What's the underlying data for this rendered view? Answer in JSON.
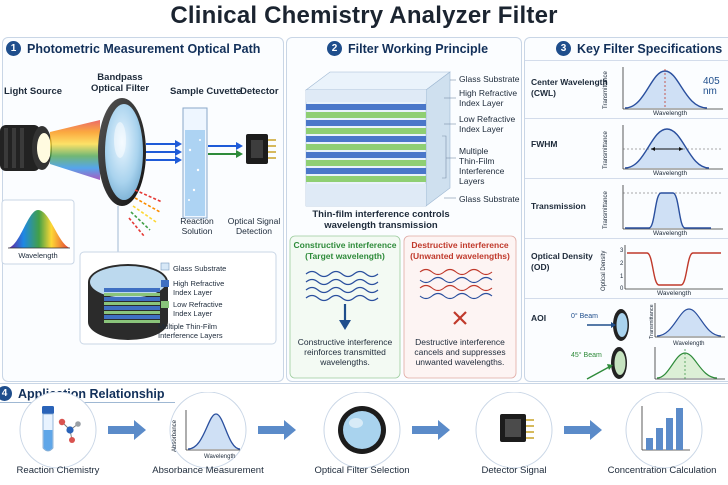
{
  "title": "Clinical Chemistry Analyzer Filter",
  "panel1": {
    "number": "1",
    "heading": "Photometric Measurement Optical Path",
    "light_source": "Light Source",
    "bandpass_filter": "Bandpass\nOptical Filter",
    "sample_cuvette": "Sample Cuvette",
    "detector": "Detector",
    "reaction_solution": "Reaction\nSolution",
    "optical_signal": "Optical Signal\nDetection",
    "spectrum_axis": "Wavelength",
    "legend": {
      "glass": "Glass Substrate",
      "high": "High Refractive\nIndex Layer",
      "low": "Low Refractive\nIndex Layer",
      "multiple": "Multiple Thin-Film\nInterference Layers"
    }
  },
  "panel2": {
    "number": "2",
    "heading": "Filter Working Principle",
    "glass_top": "Glass Substrate",
    "high": "High Refractive\nIndex Layer",
    "low": "Low Refractive\nIndex Layer",
    "multiple": "Multiple\nThin-Film\nInterference\nLayers",
    "glass_bottom": "Glass Substrate",
    "caption": "Thin-film interference controls\nwavelength transmission",
    "constructive_title": "Constructive interference\n(Target wavelength)",
    "constructive_text": "Constructive interference\nreinforces transmitted\nwavelengths.",
    "destructive_title": "Destructive interference\n(Unwanted wavelengths)",
    "destructive_text": "Destructive interference\ncancels and suppresses\nunwanted wavelengths."
  },
  "panel3": {
    "number": "3",
    "heading": "Key Filter Specifications",
    "rows": [
      {
        "label": "Center Wavelength\n(CWL)",
        "ylabel": "Transmittance",
        "xlabel": "Wavelength",
        "value": "405 nm"
      },
      {
        "label": "FWHM",
        "ylabel": "Transmittance",
        "xlabel": "Wavelength"
      },
      {
        "label": "Transmission",
        "ylabel": "Transmittance",
        "xlabel": "Wavelength"
      },
      {
        "label": "Optical Density\n(OD)",
        "ylabel": "Optical Density",
        "xlabel": "Wavelength",
        "ticks": [
          "3",
          "2",
          "1",
          "0"
        ]
      },
      {
        "label": "AOI",
        "ylabel": "Transmittance",
        "xlabel": "Wavelength",
        "beam0": "0° Beam",
        "beam45": "45° Beam"
      }
    ]
  },
  "panel4": {
    "number": "4",
    "heading": "Application Relationship",
    "steps": [
      {
        "label": "Reaction Chemistry"
      },
      {
        "label": "Absorbance Measurement",
        "ylabel": "Absorbance",
        "xlabel": "Wavelength"
      },
      {
        "label": "Optical Filter Selection"
      },
      {
        "label": "Detector Signal"
      },
      {
        "label": "Concentration Calculation"
      }
    ]
  },
  "colors": {
    "navy": "#1f4e8c",
    "green": "#2e8b3a",
    "red": "#c0392b",
    "curve": "#2a4f9e"
  }
}
